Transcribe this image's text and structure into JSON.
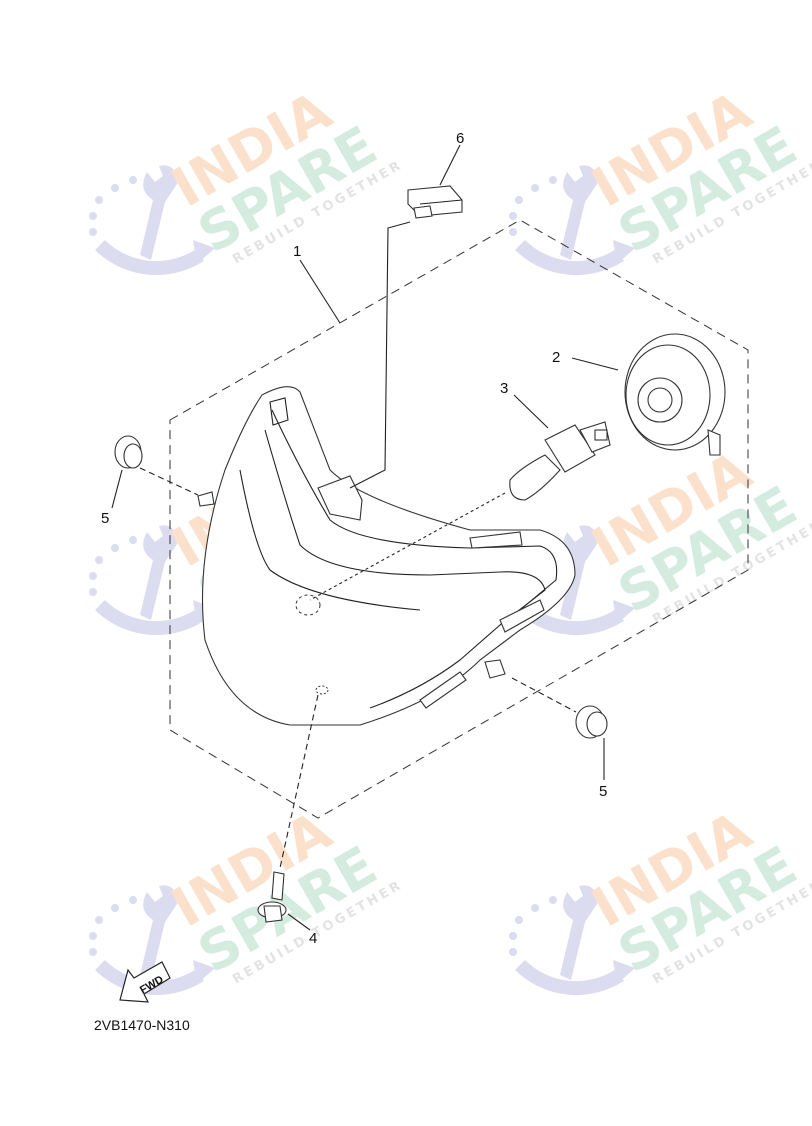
{
  "diagram": {
    "callouts": [
      {
        "id": "1",
        "label": "1"
      },
      {
        "id": "2",
        "label": "2"
      },
      {
        "id": "3",
        "label": "3"
      },
      {
        "id": "4",
        "label": "4"
      },
      {
        "id": "5a",
        "label": "5"
      },
      {
        "id": "5b",
        "label": "5"
      },
      {
        "id": "6",
        "label": "6"
      }
    ],
    "fwd_label": "FWD",
    "diagram_code": "2VB1470-N310"
  },
  "watermark": {
    "line1": "INDIA",
    "line2": "SPARE",
    "tagline": "REBUILD TOGETHER"
  },
  "colors": {
    "wm_orange": "#fbe1cc",
    "wm_green": "#d4ece0",
    "wm_purple": "#dcdcf0"
  }
}
